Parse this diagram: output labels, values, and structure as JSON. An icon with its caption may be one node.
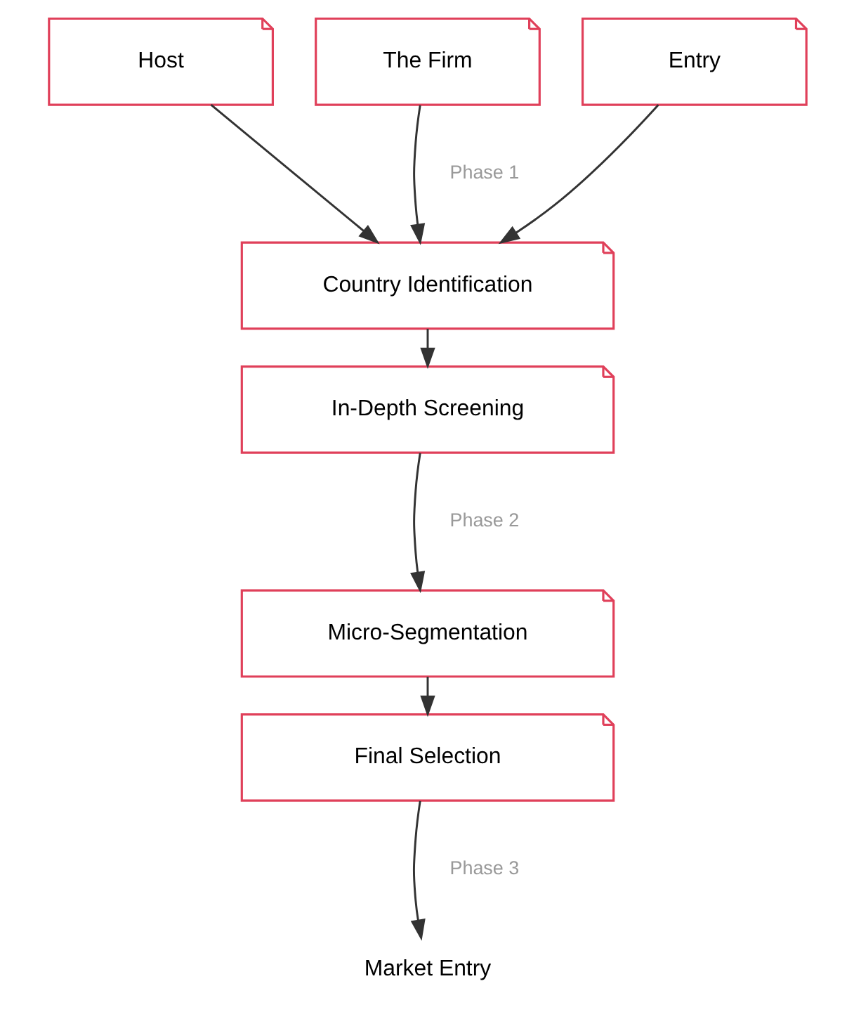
{
  "diagram": {
    "nodes": [
      {
        "text": [
          "Host"
        ]
      },
      {
        "text": [
          "The Firm"
        ]
      },
      {
        "text": [
          "Entry"
        ]
      },
      {
        "text": [
          "Country Identification"
        ]
      },
      {
        "text": [
          "In-Depth Screening"
        ]
      },
      {
        "text": [
          "Micro-Segmentation"
        ]
      },
      {
        "text": [
          "Final Selection"
        ]
      },
      {
        "text": [
          "Market Entry"
        ]
      }
    ],
    "edges": [
      {
        "from": 0,
        "to": 3,
        "arrow": "to"
      },
      {
        "from": 1,
        "to": 3,
        "arrow": "to"
      },
      {
        "from": 2,
        "to": 3,
        "arrow": "to"
      },
      {
        "from": 3,
        "to": 4,
        "arrow": "to"
      },
      {
        "from": 4,
        "to": 5,
        "arrow": "to"
      },
      {
        "from": 5,
        "to": 6,
        "arrow": "to"
      },
      {
        "from": 6,
        "to": 7,
        "arrow": "to"
      }
    ],
    "labels": [
      "Phase 1",
      "Phase 2",
      "Phase 3"
    ]
  }
}
